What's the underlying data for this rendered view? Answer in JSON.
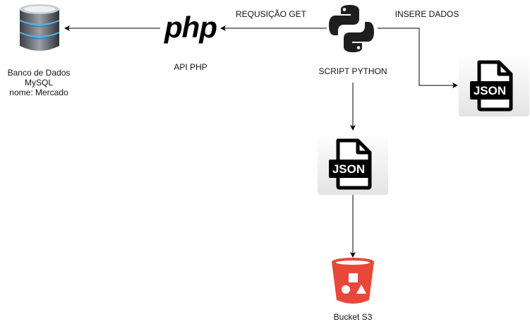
{
  "nodes": {
    "database": {
      "lines": [
        "Banco de Dados",
        "MySQL",
        "nome: Mercado"
      ],
      "icon": "database-icon"
    },
    "api": {
      "logo_text": "php",
      "label": "API PHP",
      "icon": "php-logo"
    },
    "script": {
      "label": "SCRIPT PYTHON",
      "icon": "python-logo"
    },
    "json_right": {
      "badge": "JSON",
      "icon": "json-file-icon"
    },
    "json_bottom": {
      "badge": "JSON",
      "icon": "json-file-icon"
    },
    "bucket": {
      "label": "Bucket S3",
      "icon": "s3-bucket-icon"
    }
  },
  "edges": {
    "script_to_api": "REQUSIÇÃO GET",
    "script_to_json_right": "INSERE DADOS",
    "api_to_database": "",
    "script_to_json_bottom": "",
    "json_bottom_to_bucket": ""
  },
  "colors": {
    "line": "#000000",
    "python_blue": "#1e1e1e",
    "s3_red": "#e7483a",
    "json_bg": "#ececec",
    "db_blue": "#4a90c8"
  }
}
